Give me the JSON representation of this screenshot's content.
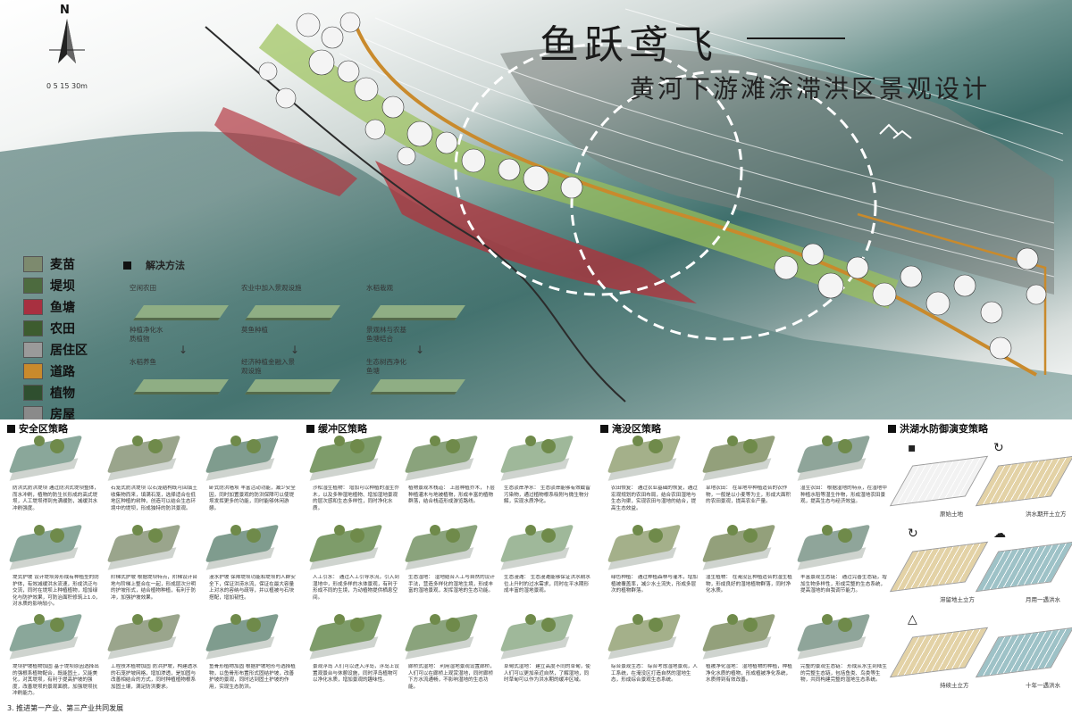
{
  "title": {
    "main": "鱼跃鸢飞",
    "sub": "黄河下游滩涂滞洪区景观设计"
  },
  "north": {
    "label": "N",
    "scale": "0  5  15     30m"
  },
  "colors": {
    "fishpond": "#b3303a",
    "green": "#9bc25a",
    "water": "#3f6f6c",
    "road": "#c98a2c"
  },
  "legend": [
    {
      "label": "麦苗",
      "color": "#7d8a6e"
    },
    {
      "label": "堤坝",
      "color": "#4d6b3f"
    },
    {
      "label": "鱼塘",
      "color": "#a83040"
    },
    {
      "label": "农田",
      "color": "#3d5c2f"
    },
    {
      "label": "居住区",
      "color": "#9a9a9a"
    },
    {
      "label": "道路",
      "color": "#c98a2c"
    },
    {
      "label": "植物",
      "color": "#2f4f2f"
    },
    {
      "label": "房屋",
      "color": "#8a8a8a"
    }
  ],
  "method": {
    "title": "解决方法",
    "columns": [
      {
        "a": "空闲农田",
        "b": "种植净化水\n质植物",
        "c": "水稻养鱼"
      },
      {
        "a": "农业中加入景观设施",
        "b": "莫鱼种植",
        "c": "经济种植金融入景\n观设施"
      },
      {
        "a": "水稻栽观",
        "b": "景观林与农基\n鱼塘结合",
        "c": "生态树西净化\n鱼塘"
      }
    ]
  },
  "sections": {
    "safe": {
      "title": "安全区策略",
      "cells": [
        {
          "text": "防洪式防洪堤坝\n通过防洪式堤坝整体，而水冲刷，植物的防生长形成的高式堤坝，人工堤坝得到充满缓防，减缓洪水冲刷强度。"
        },
        {
          "text": "石笼式防洪堤坝\n以石笼结构既可回填土收集物而来，填满石笼，选择适合在低地区种植的树种，创造可以结合生态环境中的堤坝，形成独特的防洪景观。"
        },
        {
          "text": "卧式防洪墙坝\n丰富活动功能，减少安全因，同时加置景观的防洪保障可以使堤坝发挥更多的功能，同时能够休闲游憩。"
        },
        {
          "text": "堤式护坡\n设计堤坝旁形成有种植型的防护体，有效减缓洪水流速，形成洪泛与交流，同时在堤坝上种植植物，增加绿化与防护效果，可防治面积修筑上1.0，对水质的影响较小。"
        },
        {
          "text": "阶梯式护坡\n根据堤坝特点，阶梯设计台地与阶梯上整合在一起，形成层次分明的护坡形式，结合植物种植，有利于防冲，加强护坡效果。"
        },
        {
          "text": "漫水护坡\n保障堤坝功能和堤坝的人群安全下，保证洪涝水流，保证在最大容量上对水的容纳与疏导，并以植被与石块搭配，增加韧性。"
        },
        {
          "text": "堤坝护坡植物加固\n基于堤坝原因选择出的强根系植物配合，既能固土，又能美化，对其堤坝，有利于提高护坡的强度，改善堤坝的景观面貌，加强堤坝抗冲刷能力。"
        },
        {
          "text": "工程技术植物加固\n防洪护坡，构建透水的石笼护坡网格，增加渗透，是加固与改善相结合的方式，同时种植植物根系加固土壤，满足防洪要求。"
        },
        {
          "text": "鱼骨形植物加固\n根据护坡地形与选择植物，以鱼骨形布置形式固结护坡，改善护坡的景观，同时达到固土护坡的作用，实现生态防洪。"
        }
      ]
    },
    "buffer": {
      "title": "缓冲区策略",
      "cells": [
        {
          "text": "沙松湿生植物：\n增加可以种植的湿生乔木，以及多种湿地植物、增加湿地景观的层次感和生态多样性，同时净化水质。"
        },
        {
          "text": "植物景观木栈道：\n上层种植乔木，下层种植灌木与地被植物，形成丰富的植物群落，结合栈道形成游览路线。"
        },
        {
          "text": "生态驳岸净水：\n生态驳岸能够有效截留污染物，通过植物根系吸附与微生物分解，实现水质净化。"
        },
        {
          "text": "人工引水：\n通过人工引导水流，引入到湿地中，形成多样的水体景观，有利于形成不同的生境，为动植物提供栖息空间。"
        },
        {
          "text": "生态湿地：\n湿地结合人工与自然的设计手法，营造多样化的湿地生境，形成丰富的湿地景观，发挥湿地的生态功能。"
        },
        {
          "text": "生态漫滩：\n生态漫滩能够保证洪水期水位上升时的过水需求，同时在平水期形成丰富的湿地景观。"
        },
        {
          "text": "景观浮岛\n人们可以进入浮岛，浮岛上设置观景台与休憩设施，同时浮岛植物可以净化水质，增加景观的趣味性。"
        },
        {
          "text": "廊桥式湿地：\n利用湿地景观设置廊桥，人们可以在廊桥上观赏湿地，同时廊桥下方水流通畅，不影响湿地的生态功能。"
        },
        {
          "text": "草甸式湿地：\n建立高度不同的草甸，使人们可以更加亲近自然，了解湿地，同时草甸可以作为洪水期的缓冲区域。"
        }
      ]
    },
    "submerge": {
      "title": "淹没区策略",
      "cells": [
        {
          "text": "农田恢复：\n通过农业基础的恢复，通过宏观规划的农田布局，结合农田湿地与生态沟渠，实现农田与湿地的结合，提高生态效益。"
        },
        {
          "text": "旱地农田：\n在旱地中种植适合的农作物，一般是以小麦等为主，形成大面积的农田景观，提高农业产量。"
        },
        {
          "text": "湿生农田：\n根据湿地的特点，在湿地中种植水稻等湿生作物，形成湿地农田景观，提高生态与经济效益。"
        },
        {
          "text": "绿色种植：\n通过种植森林与灌木，增加植被覆盖率，减少水土流失，形成多层次的植物群落。"
        },
        {
          "text": "湿生植物：\n在淹没区种植适合的湿生植物，形成良好的湿地植物群落，同时净化水质。"
        },
        {
          "text": "丰富景观生态链：\n通过完善生态链，增加生物多样性，形成完整的生态系统，提高湿地的自我调节能力。"
        },
        {
          "text": "综合景观生态：\n综合考虑湿地景观，人工系统，在淹没区打造自然的湿地生态，形成综合景观生态系统。"
        },
        {
          "text": "植被净化湿地：\n湿地植物的种植，种植净化水质的植物，形成植被净化系统，水质得到有效改善。"
        },
        {
          "text": "完整的景观生态链：\n形成从水生到陆生的完整生态链，包括鱼类、鸟类等生物，共同构建完整的湿地生态系统。"
        }
      ]
    },
    "flood": {
      "title": "洪湖水防御演变策略",
      "labels": [
        "原始土地",
        "洪水期开土立方",
        "滞留地土立方",
        "月用一遇洪水",
        "持续土立方",
        "十年一遇洪水"
      ]
    }
  },
  "bottom_note": "3. 推进第一产业、第三产业共同发展"
}
